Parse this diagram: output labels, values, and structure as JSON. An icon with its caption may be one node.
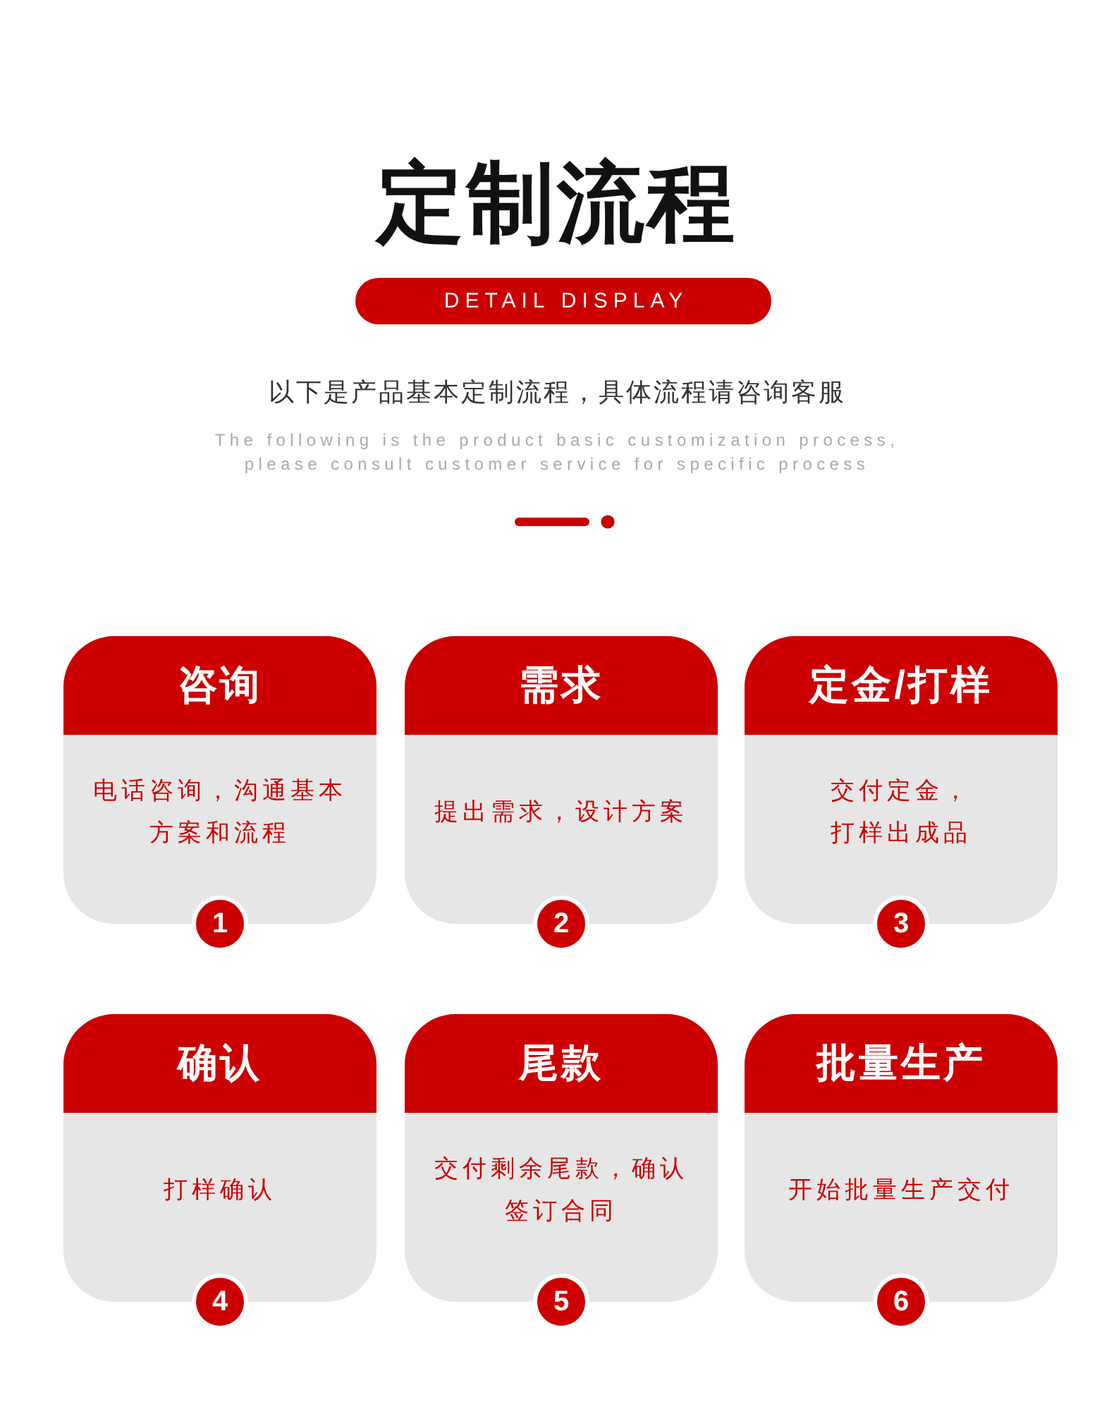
{
  "diagram": {
    "title": "定制流程",
    "nodes": [
      {
        "text": [
          "DETAIL DISPLAY"
        ]
      },
      {
        "text": [
          "咨询",
          "电话咨询，沟通基本方案和流程"
        ]
      },
      {
        "text": [
          "1"
        ]
      },
      {
        "text": [
          "需求",
          "提出需求，设计方案"
        ]
      },
      {
        "text": [
          "2"
        ]
      },
      {
        "text": [
          "定金/打样",
          "交付定金，打样出成品"
        ]
      },
      {
        "text": [
          "3"
        ]
      },
      {
        "text": [
          "确认",
          "打样确认"
        ]
      },
      {
        "text": [
          "4"
        ]
      },
      {
        "text": [
          "尾款",
          "交付剩余尾款，确认签订合同"
        ]
      },
      {
        "text": [
          "5"
        ]
      },
      {
        "text": [
          "批量生产",
          "开始批量生产交付"
        ]
      },
      {
        "text": [
          "6"
        ]
      }
    ],
    "labels": [
      "以下是产品基本定制流程，具体流程请咨询客服",
      "The following is the product basic customization process, please consult customer service for specific process"
    ]
  }
}
